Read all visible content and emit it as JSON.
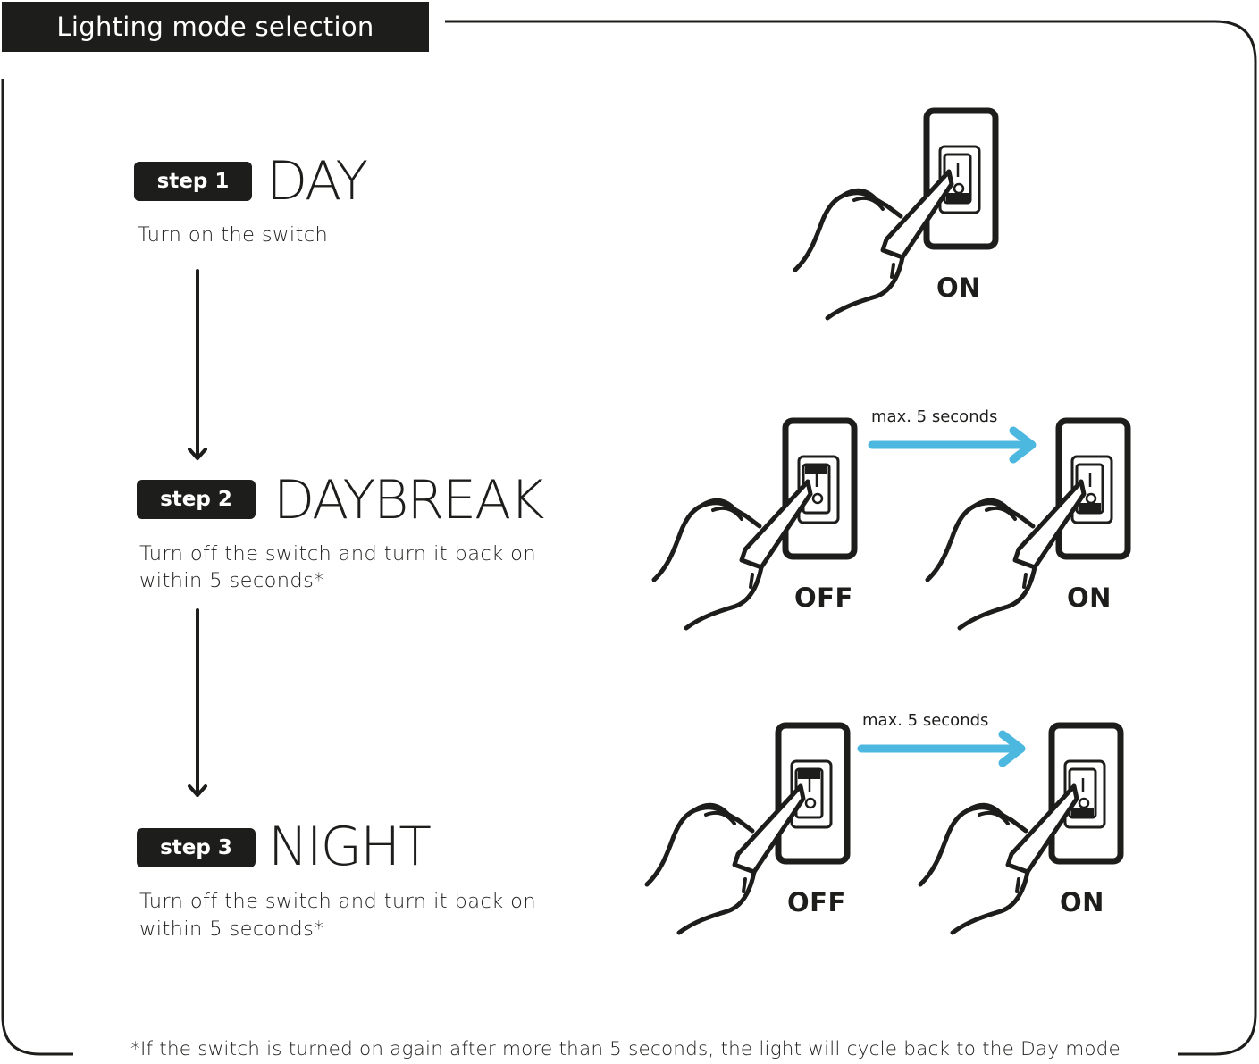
{
  "header": {
    "title": "Lighting mode selection"
  },
  "steps": [
    {
      "badge": "step 1",
      "mode": "DAY",
      "description": "Turn on the switch"
    },
    {
      "badge": "step 2",
      "mode": "DAYBREAK",
      "description_line1": "Turn off the switch and turn it back on",
      "description_line2": "within 5 seconds*"
    },
    {
      "badge": "step 3",
      "mode": "NIGHT",
      "description_line1": "Turn off the switch and turn it back on",
      "description_line2": "within 5 seconds*"
    }
  ],
  "illustrations": {
    "step1": {
      "state": "ON"
    },
    "step2": {
      "first_state": "OFF",
      "second_state": "ON",
      "interval": "max. 5 seconds"
    },
    "step3": {
      "first_state": "OFF",
      "second_state": "ON",
      "interval": "max. 5 seconds"
    }
  },
  "footnote": "*If the switch is turned on again after more than 5 seconds, the light will cycle back to the Day mode",
  "colors": {
    "dark": "#1d1d1b",
    "accent_arrow": "#4cb8e0",
    "background": "#ffffff"
  },
  "icons": [
    "hand-pressing-switch-icon",
    "light-switch-icon",
    "down-arrow-icon",
    "right-arrow-icon"
  ]
}
